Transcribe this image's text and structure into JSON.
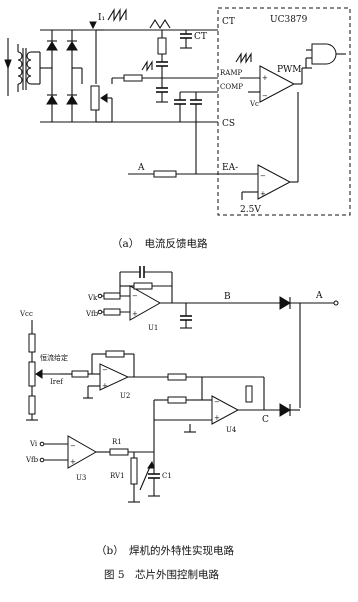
{
  "figure": {
    "caption": "图 5　芯片外围控制电路"
  },
  "panel_a": {
    "caption": "（a）　电流反馈电路",
    "chip_name": "UC3879",
    "pins": {
      "ct": "CT",
      "ramp": "RAMP",
      "comp": "COMP",
      "cs": "CS",
      "ea_minus": "EA-"
    },
    "labels": {
      "current": "I₁",
      "ct_cap": "CT",
      "pwm": "PWM",
      "vc": "Vc",
      "node_a": "A",
      "ref": "2.5V",
      "plus": "+",
      "minus": "−"
    }
  },
  "panel_b": {
    "caption": "（b）　焊机的外特性实现电路",
    "labels": {
      "vk": "Vk",
      "vfb": "Vfb",
      "u1": "U1",
      "node_b": "B",
      "node_a": "A",
      "vcc": "Vcc",
      "setpoint": "恒流给定",
      "iref": "Iref",
      "u2": "U2",
      "u4": "U4",
      "node_c": "C",
      "vi": "Vi",
      "vfb2": "Vfb",
      "u3": "U3",
      "r1": "R1",
      "rv1": "RV1",
      "c1": "C1"
    }
  }
}
